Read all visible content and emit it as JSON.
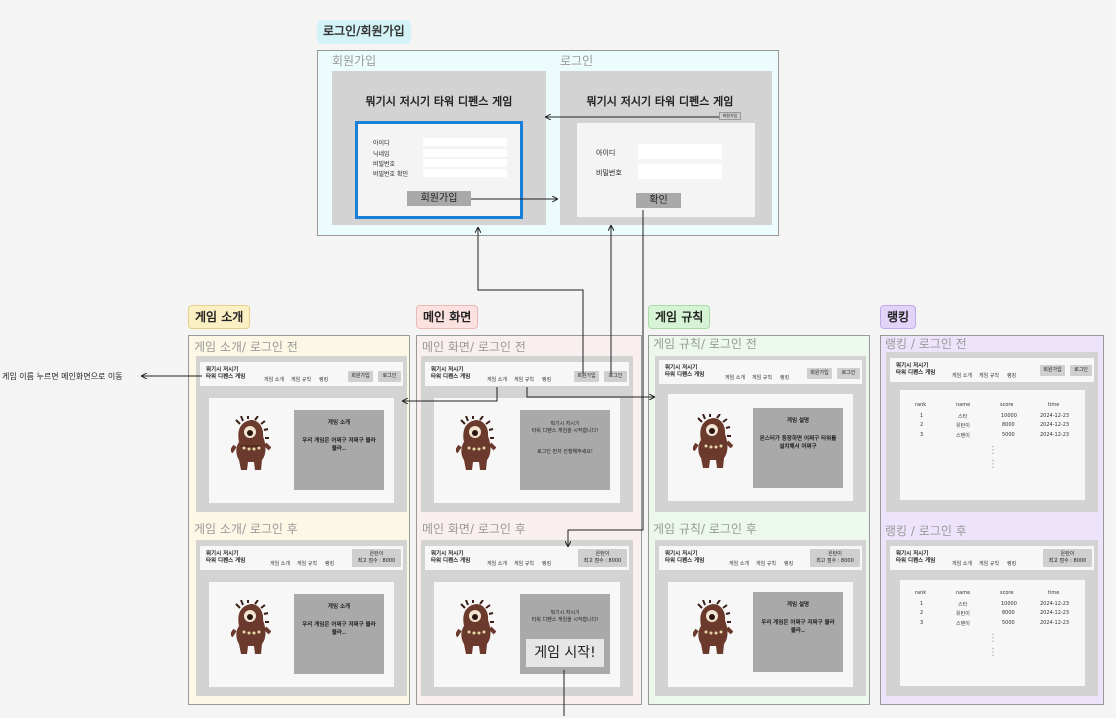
{
  "tags": {
    "login_signup": "로그인/회원가입",
    "intro": "게임 소개",
    "main": "메인 화면",
    "rules": "게임 규칙",
    "ranking": "랭킹"
  },
  "colors": {
    "login_bg": "#ecfbfb",
    "intro_bg": "#fdf7e6",
    "main_bg": "#f9efee",
    "rules_bg": "#ebf8eb",
    "ranking_bg": "#ede4fb",
    "signup_highlight": "#1a7fd6"
  },
  "auth": {
    "signup_section": "회원가입",
    "login_section": "로그인",
    "game_title": "뭐기시 저시기 타워 디펜스 게임",
    "signup_fields": [
      "아이디",
      "닉네임",
      "비밀번호",
      "비밀번호 확인"
    ],
    "signup_button": "회원가입",
    "login_small_link": "회원가입",
    "login_fields": [
      "아이디",
      "비밀번호"
    ],
    "login_button": "확인"
  },
  "annotation": "게임 이름 누르면 메인화면으로 이동",
  "common": {
    "logo_line1": "뭐기시 저시기",
    "logo_line2": "타워 디펜스 게임",
    "nav": [
      "게임 소개",
      "게임 규칙",
      "랭킹"
    ],
    "btn_signup": "회원가입",
    "btn_login": "로그인",
    "user_name": "은탄이",
    "user_score": "최고 점수 : 8000"
  },
  "screens": {
    "intro_before": "게임 소개/ 로그인 전",
    "intro_after": "게임 소개/ 로그인 후",
    "main_before": "메인 화면/ 로그인 전",
    "main_after": "메인 화면/ 로그인 후",
    "rules_before": "게임 규칙/ 로그인 전",
    "rules_after": "게임 규칙/ 로그인 후",
    "ranking_before": "랭킹 / 로그인 전",
    "ranking_after": "랭킹 / 로그인 후"
  },
  "intro_card": {
    "title": "게임 소개",
    "body": "우리 게임은 어쩌구 저쩌구 블라블라.."
  },
  "main_card": {
    "line1": "뭐기시 저시기",
    "line2": "타워 디펜스 게임을 시작합니다!",
    "login_prompt": "로그인 먼저 진행해주세요!",
    "start_button": "게임 시작!"
  },
  "rules_card": {
    "title": "게임 설명",
    "body_before": "몬스터가 등장하면 어쩌구 타워를 설치해서 어쩌구",
    "body_after": "우리 게임은 어쩌구 저쩌구 블라블라.."
  },
  "ranking_table": {
    "headers": [
      "rank",
      "name",
      "score",
      "time"
    ],
    "rows": [
      [
        "1",
        "스타",
        "10000",
        "2024-12-23"
      ],
      [
        "2",
        "유탄이",
        "8000",
        "2024-12-23"
      ],
      [
        "3",
        "스탠이",
        "5000",
        "2024-12-23"
      ]
    ],
    "more": "⋮"
  }
}
